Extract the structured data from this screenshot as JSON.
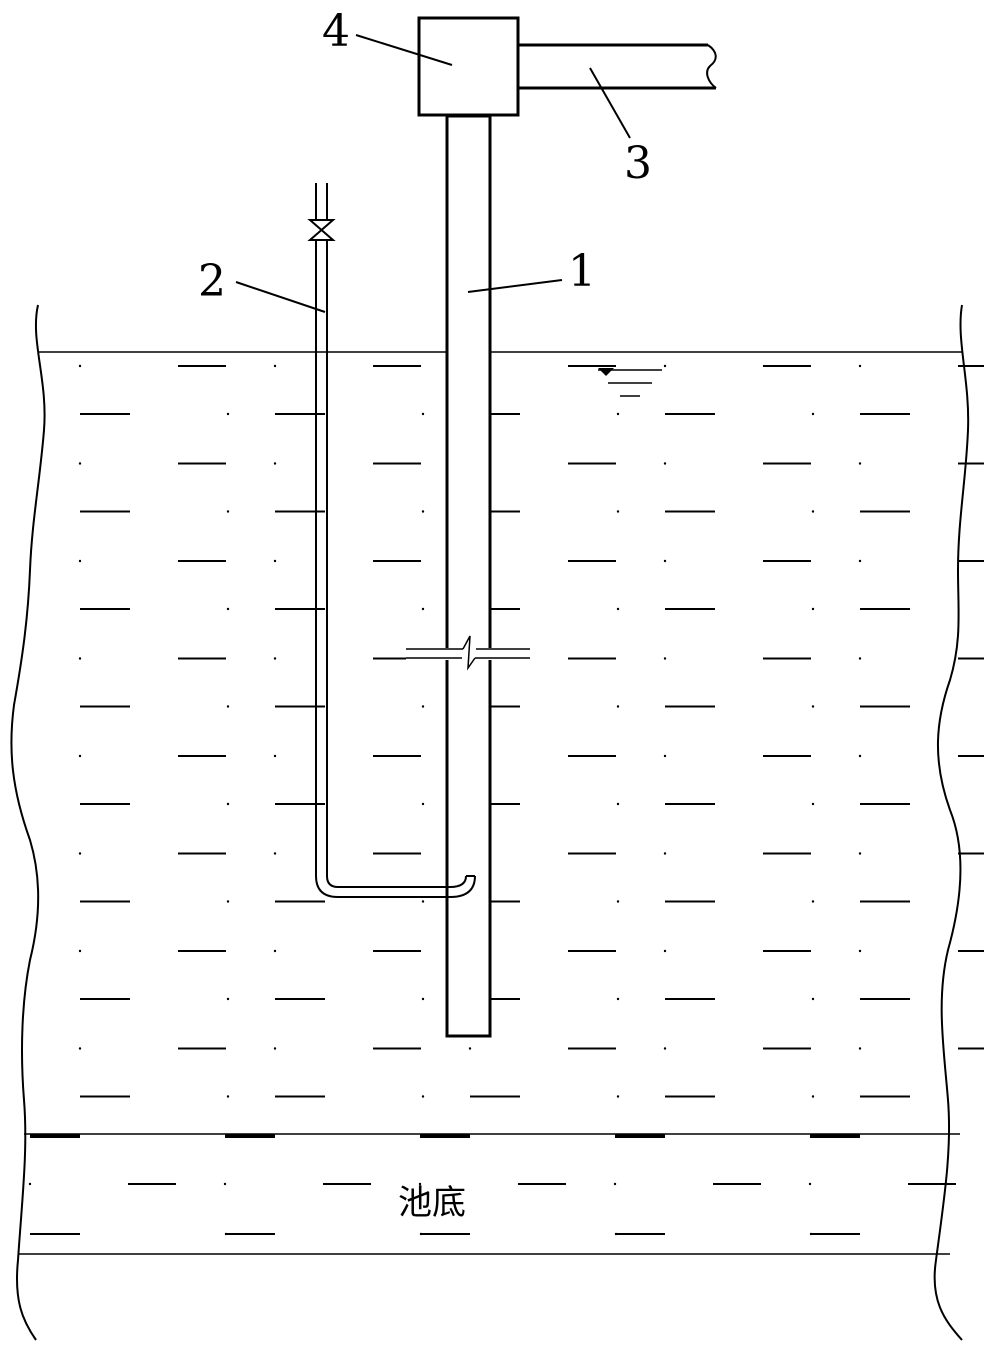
{
  "labels": {
    "pipe_1": "1",
    "pipe_2": "2",
    "pipe_3": "3",
    "box_4": "4",
    "pool_bottom": "池底"
  },
  "colors": {
    "stroke": "#000000",
    "background": "#ffffff"
  }
}
